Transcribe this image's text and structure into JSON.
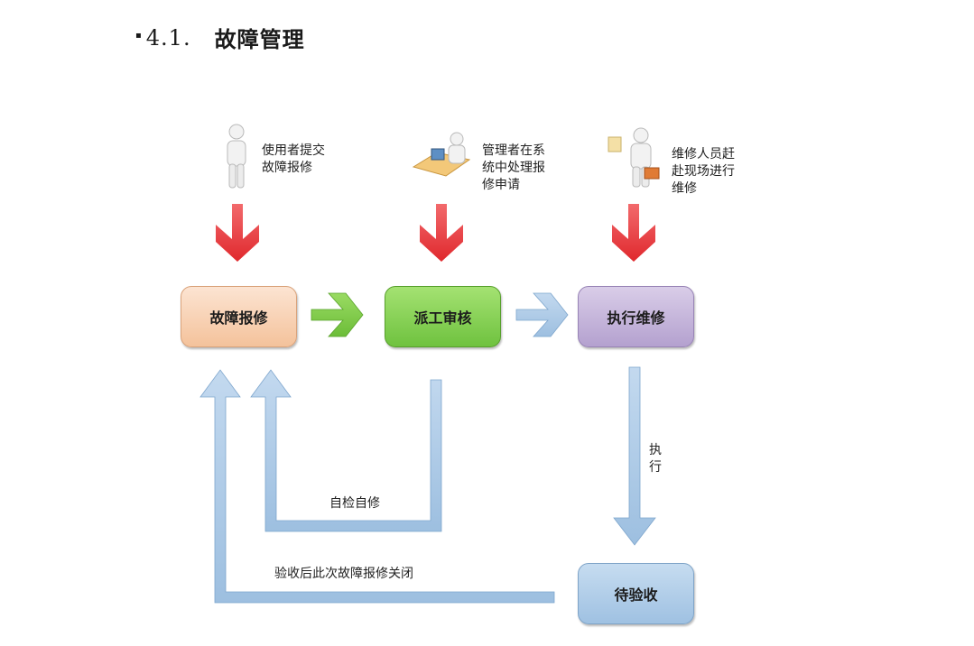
{
  "heading": {
    "bullet": "▪",
    "number": "4.1.",
    "title": "故障管理"
  },
  "actors": [
    {
      "icon": "standing-person-icon",
      "lines": [
        "使用者提交",
        "故障报修"
      ]
    },
    {
      "icon": "person-at-computer-icon",
      "lines": [
        "管理者在系",
        "统中处理报",
        "修申请"
      ]
    },
    {
      "icon": "person-with-toolbox-icon",
      "lines": [
        "维修人员赶",
        "赴现场进行",
        "维修"
      ]
    }
  ],
  "nodes": {
    "report": "故障报修",
    "dispatch": "派工审核",
    "execute": "执行维修",
    "accept": "待验收"
  },
  "edges": {
    "self_repair": "自检自修",
    "execute_down": [
      "执",
      "行"
    ],
    "close_after_accept": "验收后此次故障报修关闭"
  },
  "colors": {
    "red_arrow": "#e8393d",
    "green_arrow": "#7fc84a",
    "blue_arrow": "#a9c6e4",
    "blue_stroke": "#6f98c2"
  }
}
